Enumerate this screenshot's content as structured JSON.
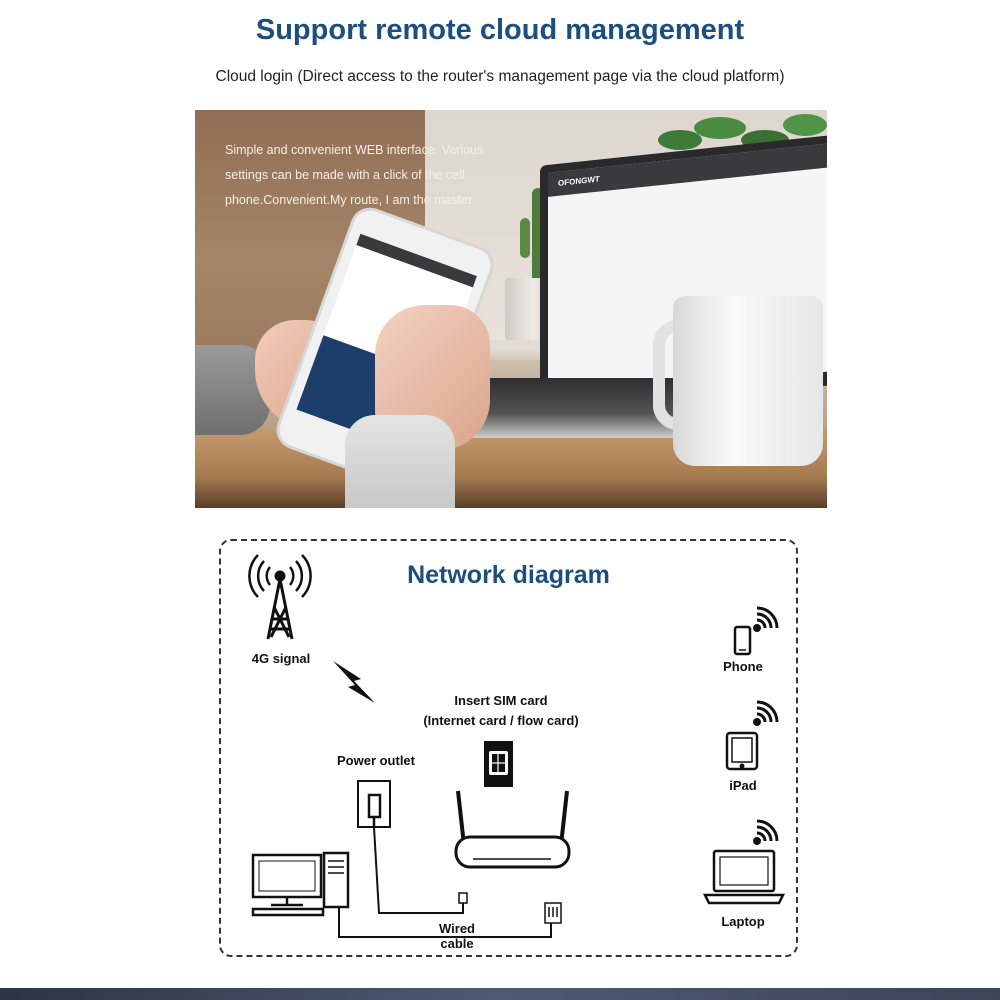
{
  "header": {
    "title": "Support remote cloud management",
    "subtitle": "Cloud login (Direct access to the router's management page via the cloud platform)"
  },
  "photo": {
    "caption_lines": [
      "Simple and convenient WEB interface. Various",
      "settings can be made with a click of the cell",
      "phone.Convenient.My route, I am the master"
    ],
    "laptop_brand": "OFONGWT"
  },
  "diagram": {
    "title": "Network diagram",
    "signal_label": "4G signal",
    "sim_label_line1": "Insert SIM card",
    "sim_label_line2": "(Internet card / flow card)",
    "power_label": "Power outlet",
    "cable_label_line1": "Wired",
    "cable_label_line2": "cable",
    "devices": {
      "phone": "Phone",
      "ipad": "iPad",
      "laptop": "Laptop"
    },
    "icons": [
      "cell-tower-icon",
      "lightning-icon",
      "sim-card-icon",
      "power-plug-icon",
      "router-icon",
      "desktop-computer-icon",
      "ethernet-plug-icon",
      "wifi-icon",
      "phone-icon",
      "tablet-icon",
      "laptop-icon"
    ]
  },
  "colors": {
    "title_blue": "#1d4f7e"
  }
}
